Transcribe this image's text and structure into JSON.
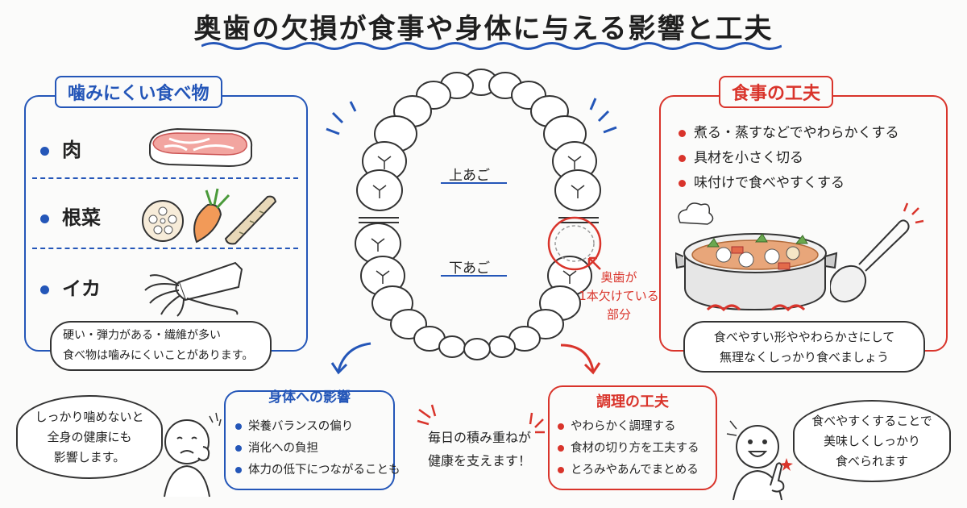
{
  "title": "奥歯の欠損が食事や身体に与える影響と工夫",
  "hard_foods": {
    "heading": "噛みにくい食べ物",
    "items": [
      "肉",
      "根菜",
      "イカ"
    ],
    "note": [
      "硬い・弾力がある・繊維が多い",
      "食べ物は噛みにくいことがあります。"
    ]
  },
  "teeth": {
    "upper_label": "上あご",
    "lower_label": "下あご",
    "missing_label": [
      "奥歯が",
      "1本欠けている",
      "部分"
    ]
  },
  "meal_tips": {
    "heading": "食事の工夫",
    "items": [
      "煮る・蒸すなどでやわらかくする",
      "具材を小さく切る",
      "味付けで食べやすくする"
    ],
    "note": [
      "食べやすい形ややわらかさにして",
      "無理なくしっかり食べましょう"
    ]
  },
  "body_effects": {
    "heading": "身体への影響",
    "items": [
      "栄養バランスの偏り",
      "消化への負担",
      "体力の低下につながることも"
    ]
  },
  "cooking_tips": {
    "heading": "調理の工夫",
    "items": [
      "やわらかく調理する",
      "食材の切り方を工夫する",
      "とろみやあんでまとめる"
    ]
  },
  "left_bubble": [
    "しっかり噛めないと",
    "全身の健康にも",
    "影響します。"
  ],
  "center_text": [
    "毎日の積み重ねが",
    "健康を支えます！"
  ],
  "right_bubble": [
    "食べやすくすることで",
    "美味しくしっかり",
    "食べられます"
  ],
  "colors": {
    "blue": "#2456b8",
    "red": "#d9342b",
    "ink": "#222222"
  }
}
